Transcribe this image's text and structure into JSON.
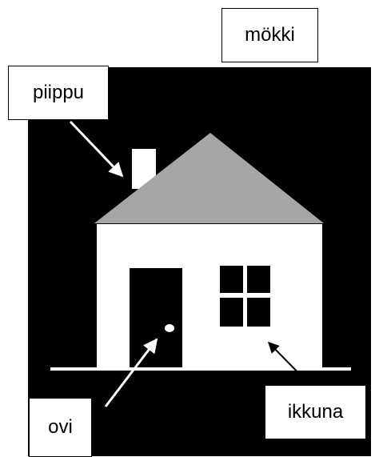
{
  "labels": {
    "title": "mökki",
    "chimney": "piippu",
    "door": "ovi",
    "window": "ikkuna"
  },
  "colors": {
    "background": "#000000",
    "house_wall": "#ffffff",
    "roof": "#a6a6a6",
    "door": "#000000",
    "window": "#000000",
    "arrow": "#ffffff",
    "ground_line": "#ffffff"
  }
}
